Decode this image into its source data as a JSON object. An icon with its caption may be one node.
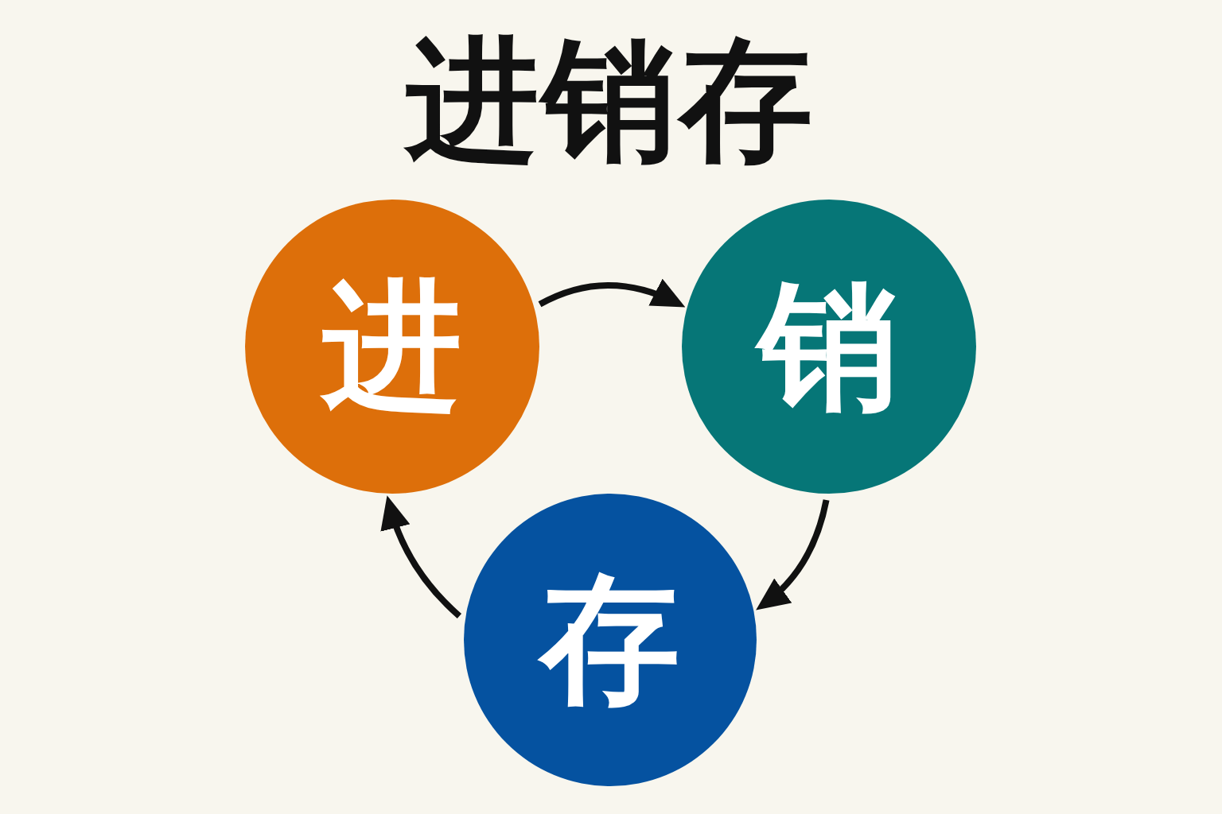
{
  "diagram": {
    "title": "进销存",
    "nodes": [
      {
        "text": [
          "进"
        ]
      },
      {
        "text": [
          "销"
        ]
      },
      {
        "text": [
          "存"
        ]
      }
    ],
    "edges": [
      {
        "from": 0,
        "to": 1,
        "arrow": "to"
      },
      {
        "from": 1,
        "to": 2,
        "arrow": "to"
      },
      {
        "from": 2,
        "to": 0,
        "arrow": "to"
      }
    ]
  }
}
